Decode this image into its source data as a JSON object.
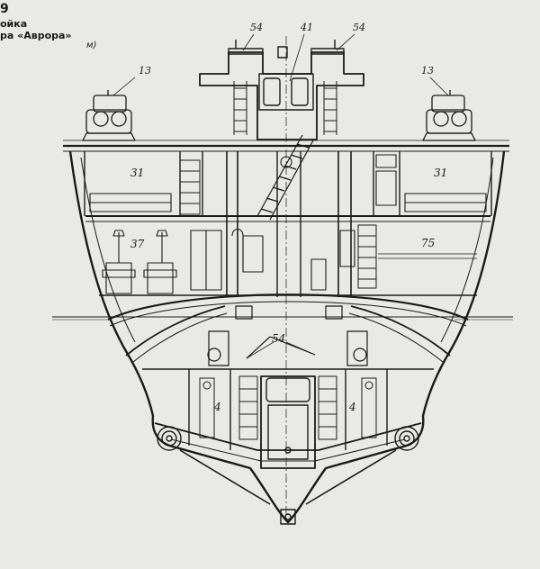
{
  "caption": {
    "figure_number": "9",
    "line1": "ойка",
    "line2": "ра «Аврора»",
    "unit": "м)"
  },
  "callouts": {
    "gun_left": "13",
    "gun_right": "13",
    "funnel_left": "54",
    "mast": "41",
    "funnel_right": "54",
    "cabin_left": "31",
    "cabin_right": "31",
    "mess_room": "37",
    "store_room": "75",
    "engine_room": "54",
    "bunker_left": "4",
    "bunker_right": "4"
  },
  "colors": {
    "paper": "#e9e9e7",
    "ink": "#1a1a1a",
    "hatch": "#6a6a6a"
  }
}
